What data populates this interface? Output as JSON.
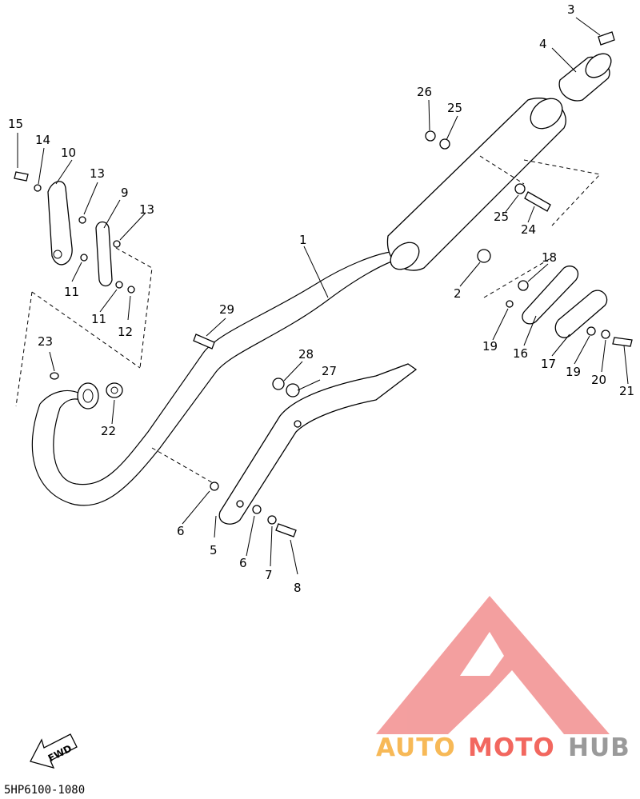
{
  "diagram": {
    "code": "5HP6100-1080",
    "fwd_label": "FWD",
    "part_labels": [
      "1",
      "2",
      "3",
      "4",
      "5",
      "6",
      "6",
      "7",
      "8",
      "9",
      "10",
      "11",
      "11",
      "12",
      "13",
      "13",
      "14",
      "15",
      "16",
      "17",
      "18",
      "19",
      "19",
      "20",
      "21",
      "22",
      "23",
      "24",
      "25",
      "25",
      "26",
      "27",
      "28",
      "29"
    ]
  },
  "watermark": {
    "word_auto": "AUTO",
    "word_moto": "MOTO",
    "word_hub": "HUB",
    "color_auto": "#f7b957",
    "color_moto": "#f2675f",
    "color_hub": "#9a9a9a",
    "logo_color": "#f07f7f"
  }
}
